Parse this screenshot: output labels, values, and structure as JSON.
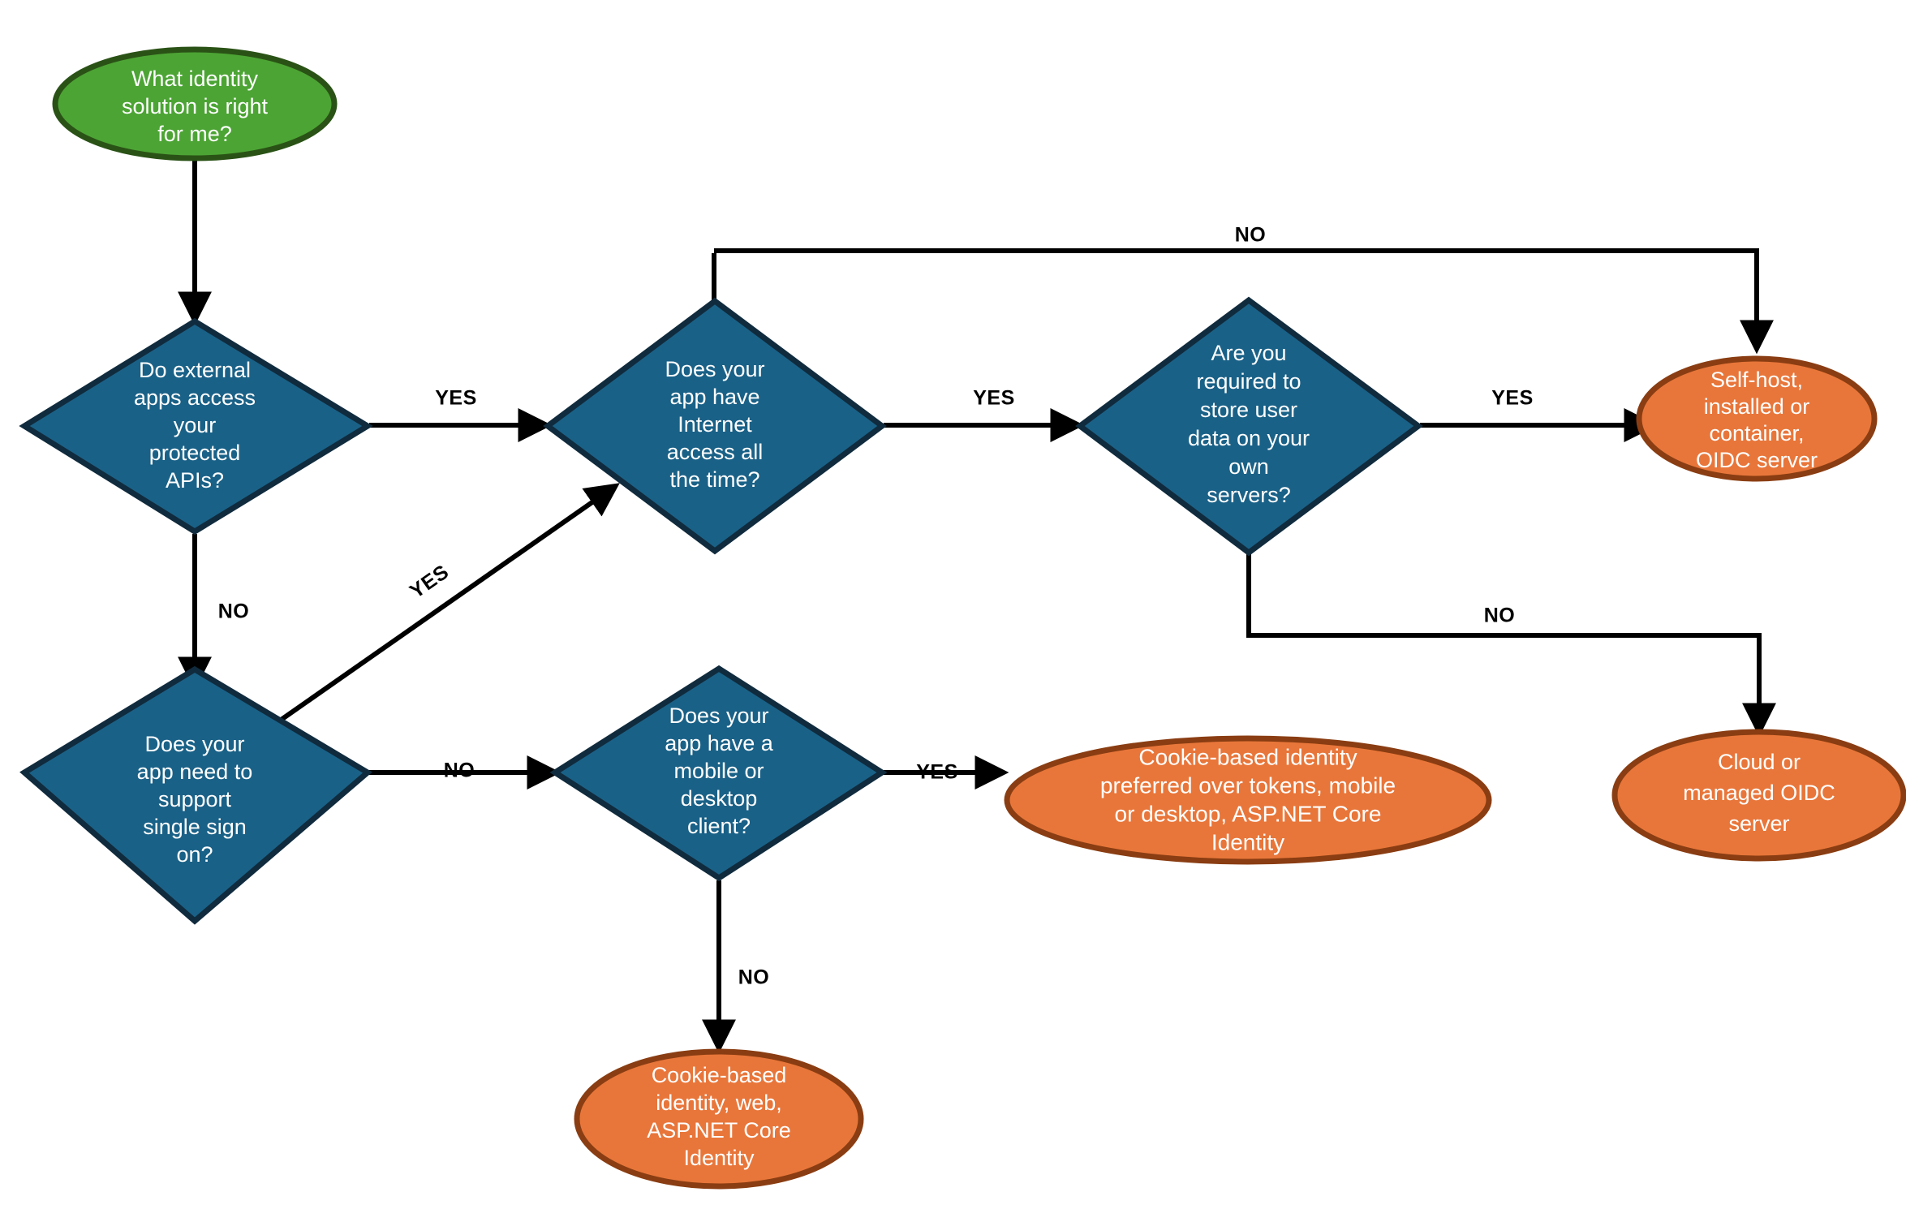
{
  "diagram": {
    "title": "What identity solution is right for me?",
    "type": "decision-flowchart",
    "colors": {
      "decision_fill": "#1a6187",
      "decision_stroke": "#102b3d",
      "start_fill": "#4ca434",
      "start_stroke": "#2a5216",
      "terminal_fill": "#e8763a",
      "terminal_stroke": "#8a3d12",
      "edge": "#000000",
      "node_text": "#ffffff",
      "edge_label_text": "#000000",
      "background": "#ffffff"
    }
  },
  "nodes": {
    "start": {
      "id": "start",
      "shape": "ellipse",
      "kind": "start",
      "lines": [
        "What identity",
        "solution is right",
        "for me?"
      ]
    },
    "d_external_apis": {
      "id": "d_external_apis",
      "shape": "diamond",
      "kind": "decision",
      "lines": [
        "Do external",
        "apps access",
        "your",
        "protected",
        "APIs?"
      ]
    },
    "d_internet": {
      "id": "d_internet",
      "shape": "diamond",
      "kind": "decision",
      "lines": [
        "Does your",
        "app have",
        "Internet",
        "access all",
        "the time?"
      ]
    },
    "d_store_user_data": {
      "id": "d_store_user_data",
      "shape": "diamond",
      "kind": "decision",
      "lines": [
        "Are you",
        "required to",
        "store user",
        "data on your",
        "own",
        "servers?"
      ]
    },
    "d_sso": {
      "id": "d_sso",
      "shape": "diamond",
      "kind": "decision",
      "lines": [
        "Does your",
        "app need to",
        "support",
        "single sign",
        "on?"
      ]
    },
    "d_mobile_desktop": {
      "id": "d_mobile_desktop",
      "shape": "diamond",
      "kind": "decision",
      "lines": [
        "Does your",
        "app have a",
        "mobile or",
        "desktop",
        "client?"
      ]
    },
    "t_selfhost": {
      "id": "t_selfhost",
      "shape": "ellipse",
      "kind": "terminal",
      "lines": [
        "Self-host,",
        "installed or",
        "container,",
        "OIDC server"
      ]
    },
    "t_cloud": {
      "id": "t_cloud",
      "shape": "ellipse",
      "kind": "terminal",
      "lines": [
        "Cloud or",
        "managed OIDC",
        "server"
      ]
    },
    "t_cookie_mobile": {
      "id": "t_cookie_mobile",
      "shape": "ellipse",
      "kind": "terminal",
      "lines": [
        "Cookie-based identity",
        "preferred over tokens, mobile",
        "or desktop, ASP.NET Core",
        "Identity"
      ]
    },
    "t_cookie_web": {
      "id": "t_cookie_web",
      "shape": "ellipse",
      "kind": "terminal",
      "lines": [
        "Cookie-based",
        "identity, web,",
        "ASP.NET Core",
        "Identity"
      ]
    }
  },
  "edges": [
    {
      "id": "e_start_to_apis",
      "from": "start",
      "to": "d_external_apis",
      "label": ""
    },
    {
      "id": "e_apis_yes",
      "from": "d_external_apis",
      "to": "d_internet",
      "label": "YES"
    },
    {
      "id": "e_apis_no",
      "from": "d_external_apis",
      "to": "d_sso",
      "label": "NO"
    },
    {
      "id": "e_sso_yes",
      "from": "d_sso",
      "to": "d_internet",
      "label": "YES"
    },
    {
      "id": "e_sso_no",
      "from": "d_sso",
      "to": "d_mobile_desktop",
      "label": "NO"
    },
    {
      "id": "e_internet_yes",
      "from": "d_internet",
      "to": "d_store_user_data",
      "label": "YES"
    },
    {
      "id": "e_internet_no",
      "from": "d_internet",
      "to": "t_selfhost",
      "label": "NO"
    },
    {
      "id": "e_store_yes",
      "from": "d_store_user_data",
      "to": "t_selfhost",
      "label": "YES"
    },
    {
      "id": "e_store_no",
      "from": "d_store_user_data",
      "to": "t_cloud",
      "label": "NO"
    },
    {
      "id": "e_mobile_yes",
      "from": "d_mobile_desktop",
      "to": "t_cookie_mobile",
      "label": "YES"
    },
    {
      "id": "e_mobile_no",
      "from": "d_mobile_desktop",
      "to": "t_cookie_web",
      "label": "NO"
    }
  ],
  "edge_labels": {
    "yes": "YES",
    "no": "NO"
  }
}
